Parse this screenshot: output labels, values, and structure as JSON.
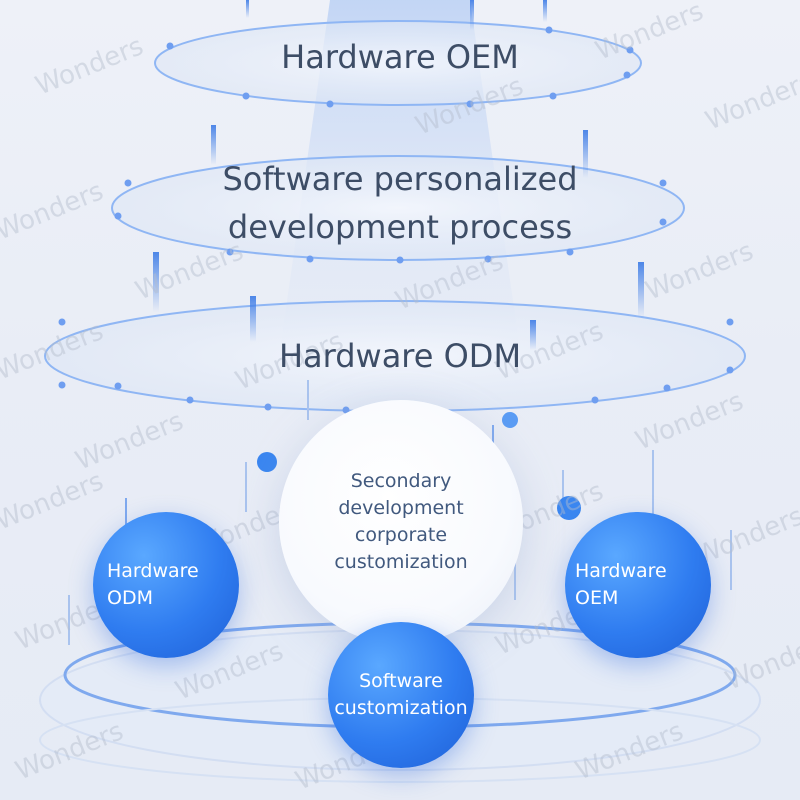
{
  "tiers": {
    "top": "Hardware OEM",
    "middle_line1": "Software personalized",
    "middle_line2": "development process",
    "bottom": "Hardware ODM"
  },
  "bubbles": {
    "hardware_odm": [
      "Hardware",
      "ODM"
    ],
    "hardware_oem": [
      "Hardware",
      "OEM"
    ],
    "software_customization": [
      "Software",
      "customization"
    ],
    "secondary_development": [
      "Secondary",
      "development",
      "corporate",
      "customization"
    ]
  },
  "watermark": "Wonders",
  "colors": {
    "accent_blue": "#2f7cf0",
    "ring_blue": "#8fb6f4",
    "label_text": "#3d4d66",
    "background": "#eef1f8"
  }
}
